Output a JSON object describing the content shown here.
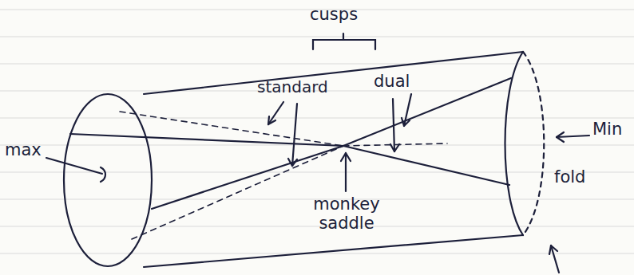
{
  "diagram": {
    "labels": [
      "cusps",
      "standard",
      "dual",
      "max",
      "Min",
      "fold",
      "monkey saddle"
    ]
  }
}
